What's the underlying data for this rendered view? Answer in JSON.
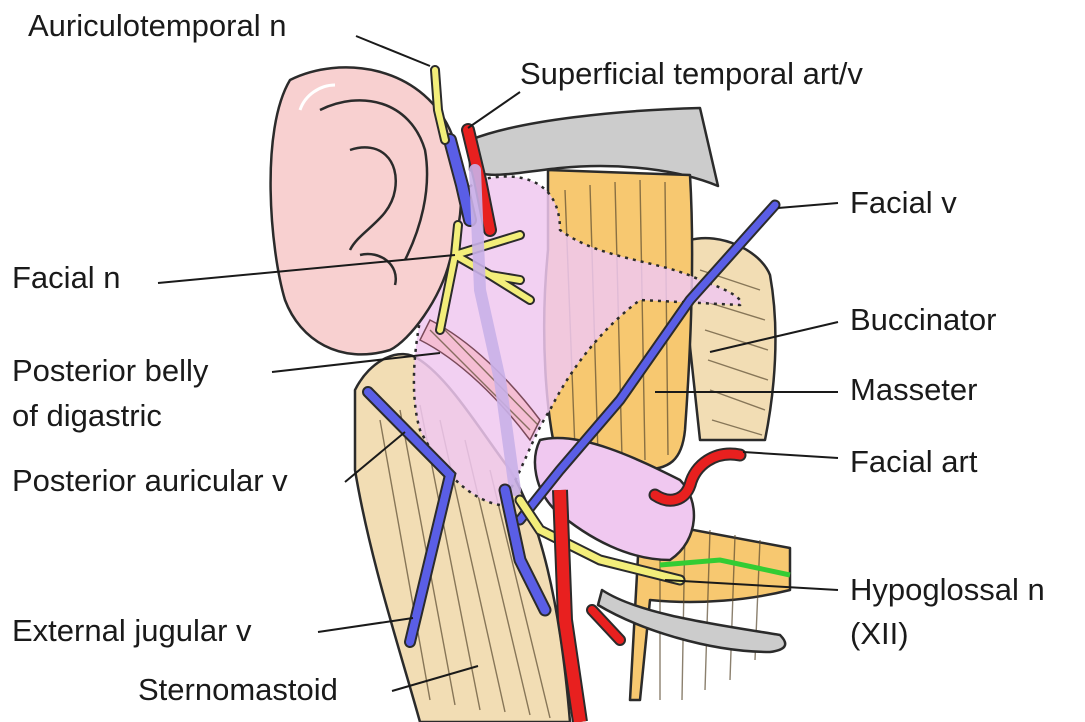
{
  "labels": {
    "auriculotemporal": "Auriculotemporal n",
    "superficial_temporal": "Superficial temporal art/v",
    "facial_v": "Facial v",
    "facial_n": "Facial n",
    "buccinator": "Buccinator",
    "posterior_belly_1": "Posterior belly",
    "posterior_belly_2": "of digastric",
    "masseter": "Masseter",
    "posterior_auricular": "Posterior auricular v",
    "facial_art": "Facial art",
    "hypoglossal_1": "Hypoglossal n",
    "hypoglossal_2": "(XII)",
    "external_jugular": "External jugular v",
    "sternomastoid": "Sternomastoid"
  },
  "colors": {
    "vein": "#5a5ee6",
    "artery": "#e8201f",
    "nerve": "#f3ee7a",
    "muscle": "#f7c870",
    "muscle_light": "#f2ddb4",
    "gland": "#f0c8f0",
    "ear": "#f8d0d0",
    "bone": "#cccccc",
    "hypoglossal_green": "#33cc33"
  }
}
